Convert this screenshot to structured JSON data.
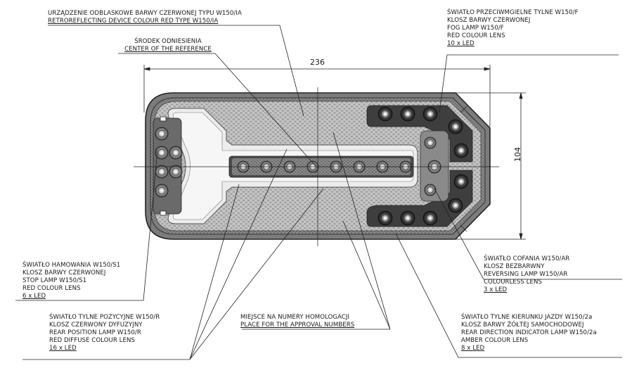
{
  "labels": {
    "retro": [
      "URZĄDZENIE ODBLASKOWE BARWY CZERWONEJ TYPU W150/IA",
      "RETROREFLECTING DEVICE COLOUR RED TYPE W150/IA"
    ],
    "center": [
      "ŚRODEK ODNIESIENIA",
      "CENTER OF THE REFERENCE"
    ],
    "fog": [
      "ŚWIATŁO  PRZECIWMGIELNE TYLNE W150/F",
      "KLOSZ BARWY CZERWONEJ",
      "FOG LAMP W150/F",
      "RED COLOUR LENS",
      "10 x LED"
    ],
    "stop": [
      "ŚWIATŁO  HAMOWANIA W150/S1",
      "KLOSZ BARWY CZERWONEJ",
      "STOP LAMP W150/S1",
      "RED COLOUR LENS",
      "6 x LED"
    ],
    "reversing": [
      "ŚWIATŁO COFANIA W150/AR",
      "KLOSZ BEZBARWNY",
      "REVERSING LAMP W150/AR",
      "COLOURLESS LENS",
      "3 x LED"
    ],
    "position": [
      "ŚWIATŁO TYLNE POZYCYJNE W150/R",
      "KLOSZ CZERWONY DYFUZYJNY",
      "REAR POSITION LAMP W150/R",
      "RED DIFFUSE COLOUR LENS",
      "16 x LED"
    ],
    "approval": [
      "MIEJSCE NA NUMERY HOMOLOGACJI",
      "PLACE FOR THE APPROVAL NUMBERS"
    ],
    "indicator": [
      "ŚWIATŁO TYLNE KIERUNKU JAZDY W150/2a",
      "KLOSZ BARWY ŻÓŁTEJ SAMOCHODOWEJ",
      "REAR DIRECTION INDICATOR LAMP W150/2a",
      "AMBER COLOUR LENS",
      "8 x LED"
    ]
  },
  "dimensions": {
    "width": "236",
    "height": "104"
  }
}
